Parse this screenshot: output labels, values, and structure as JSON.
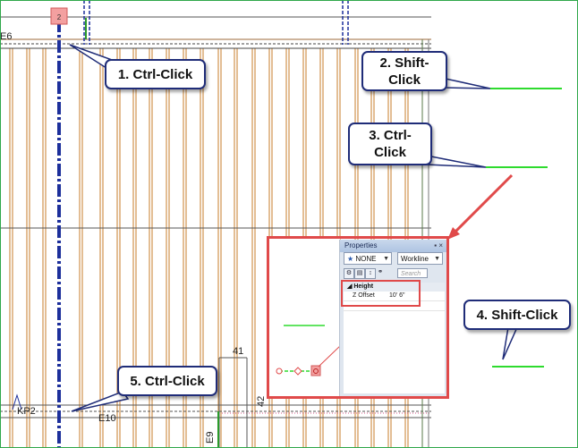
{
  "colors": {
    "stud": "#d49a5a",
    "beam": "#1c2f9b",
    "callout_border": "#1f2c78",
    "highlight": "#e04a4a",
    "green_line": "#2edb2e",
    "marker_fill": "#f3a0a0"
  },
  "marker": {
    "label": "2"
  },
  "labels": {
    "wall_top": "E6",
    "wall_bottom_left": "KP2",
    "wall_e10": "E10",
    "num_41": "41",
    "num_42": "42",
    "wall_e9": "E9"
  },
  "callouts": [
    {
      "id": "c1",
      "text": "1. Ctrl-Click"
    },
    {
      "id": "c2",
      "text": "2. Shift-Click"
    },
    {
      "id": "c3",
      "text": "3. Ctrl-Click"
    },
    {
      "id": "c4",
      "text": "4. Shift-Click"
    },
    {
      "id": "c5",
      "text": "5. Ctrl-Click"
    }
  ],
  "properties_panel": {
    "title": "Properties",
    "pin_icon": "pin-icon",
    "filter_value": "NONE",
    "workline_value": "Workline",
    "search_placeholder": "Search",
    "section": "Height",
    "row_key": "Z Offset",
    "row_value": "10' 6\""
  },
  "icons": [
    "pin-icon",
    "star-filter-icon",
    "chevron-down-icon",
    "categorized-icon",
    "sort-icon",
    "settings-icon"
  ]
}
